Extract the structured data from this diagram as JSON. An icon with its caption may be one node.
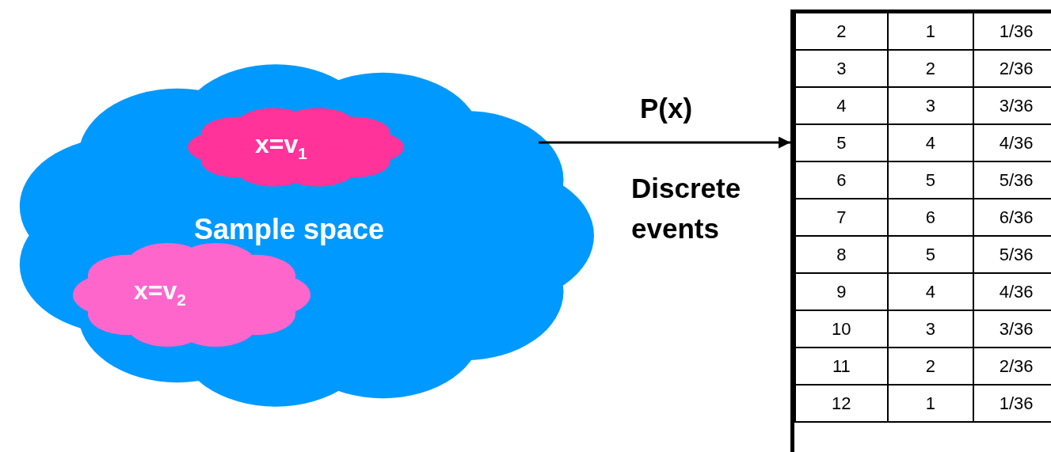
{
  "diagram": {
    "nodes": [
      {
        "text": [
          "Sample space"
        ]
      },
      {
        "text": [
          "x=v$_{1}$"
        ],
        "in": 0
      },
      {
        "text": [
          "x=v$_{2}$"
        ],
        "in": 0
      },
      {
        "text": [],
        "shape": "box"
      }
    ],
    "edges": [
      {
        "from": 0,
        "to": 3,
        "arrow": "to",
        "label": "P(x)"
      }
    ],
    "labels": [
      "Discrete events",
      "2",
      "1",
      "1/36",
      "3",
      "2",
      "2/36",
      "4",
      "3",
      "3/36",
      "5",
      "4",
      "4/36",
      "6",
      "5",
      "5/36",
      "7",
      "6",
      "6/36",
      "8",
      "5",
      "5/36",
      "9",
      "4",
      "4/36",
      "10",
      "3",
      "3/36",
      "11",
      "2",
      "2/36",
      "12",
      "1",
      "1/36"
    ]
  }
}
